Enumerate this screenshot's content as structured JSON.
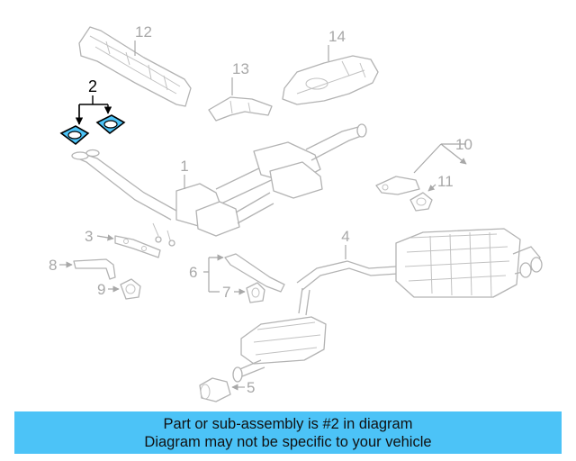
{
  "diagram": {
    "labels": [
      "1",
      "2",
      "3",
      "4",
      "5",
      "6",
      "7",
      "8",
      "9",
      "10",
      "11",
      "12",
      "13",
      "14"
    ],
    "highlighted_part": "2",
    "colors": {
      "highlight_fill": "#4cc3f7",
      "line_gray": "#b3b3b3",
      "label_gray": "#a8a8a8"
    }
  },
  "banner": {
    "line1": "Part or sub-assembly is #2 in diagram",
    "line2": "Diagram may not be specific to your vehicle",
    "color": "#4cc3f7"
  }
}
